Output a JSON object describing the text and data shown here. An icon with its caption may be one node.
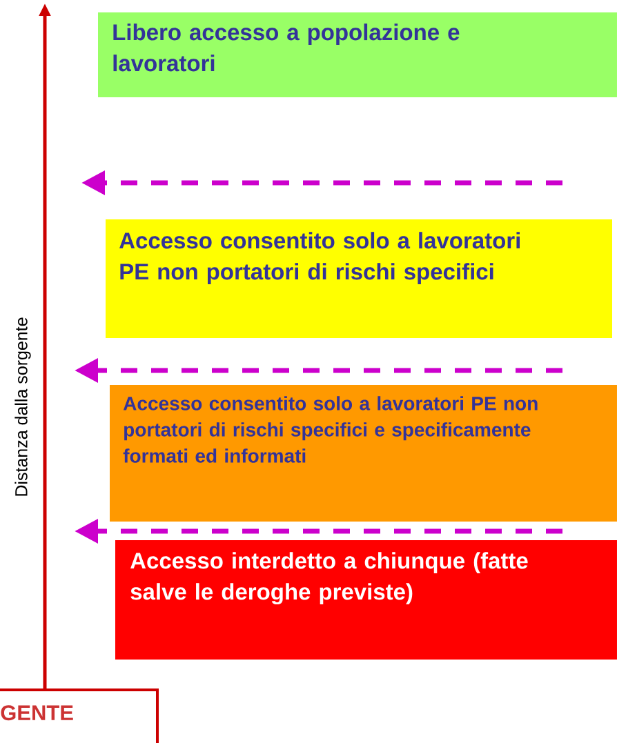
{
  "diagram": {
    "nodes": [
      {
        "text": [
          "Libero accesso a popolazione e lavoratori"
        ]
      },
      {
        "text": [
          "Accesso consentito solo a lavoratori PE non portatori di rischi specifici"
        ]
      },
      {
        "text": [
          "Accesso consentito solo a lavoratori PE non portatori di rischi specifici e specificamente formati ed informati"
        ]
      },
      {
        "text": [
          "Accesso interdetto a chiunque (fatte salve le deroghe previste)"
        ]
      },
      {
        "text": [
          "GENTE"
        ]
      }
    ],
    "labels": [
      "Distanza dalla sorgente"
    ]
  }
}
